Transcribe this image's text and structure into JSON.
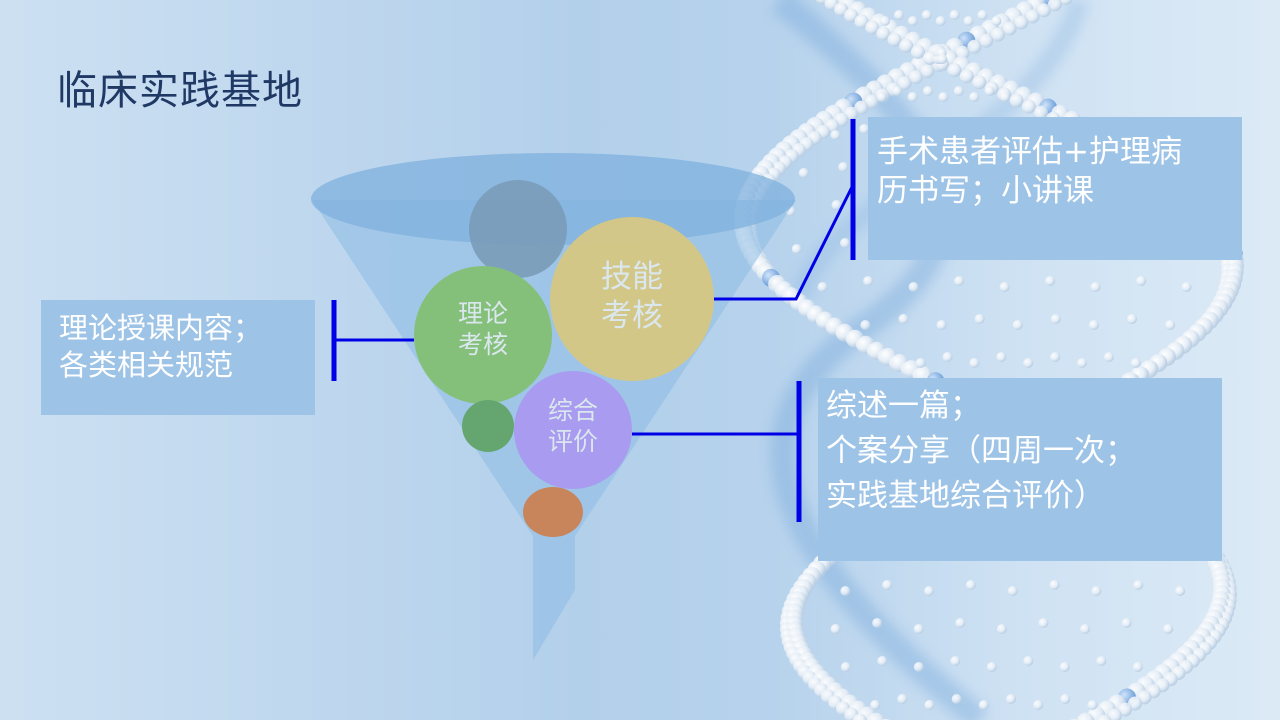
{
  "slide": {
    "title": "临床实践基地",
    "background": {
      "base_color": "#b3d0eb",
      "decoration": "dna-helix"
    },
    "funnel": {
      "color": "#7fb0de",
      "bubbles": [
        {
          "id": "top-gray",
          "color": "#7a9cb8",
          "label": ""
        },
        {
          "id": "theory",
          "color": "#84c07a",
          "label_lines": [
            "理论",
            "考核"
          ]
        },
        {
          "id": "skill",
          "color": "#d6c783",
          "label_lines": [
            "技能",
            "考核"
          ]
        },
        {
          "id": "small-green",
          "color": "#65a670",
          "label": ""
        },
        {
          "id": "comprehensive",
          "color": "#a89bf0",
          "label_lines": [
            "综合",
            "评价"
          ]
        },
        {
          "id": "bottom-orange",
          "color": "#c8845a",
          "label": ""
        }
      ]
    },
    "connector_color": "#0000e6",
    "boxes": {
      "left": {
        "lines": [
          "理论授课内容；",
          "各类相关规范"
        ]
      },
      "top_right": {
        "lines": [
          "手术患者评估+护理病",
          "历书写；小讲课"
        ]
      },
      "bottom_right": {
        "lines": [
          "综述一篇；",
          "个案分享（四周一次；",
          "实践基地综合评价）"
        ]
      }
    }
  }
}
